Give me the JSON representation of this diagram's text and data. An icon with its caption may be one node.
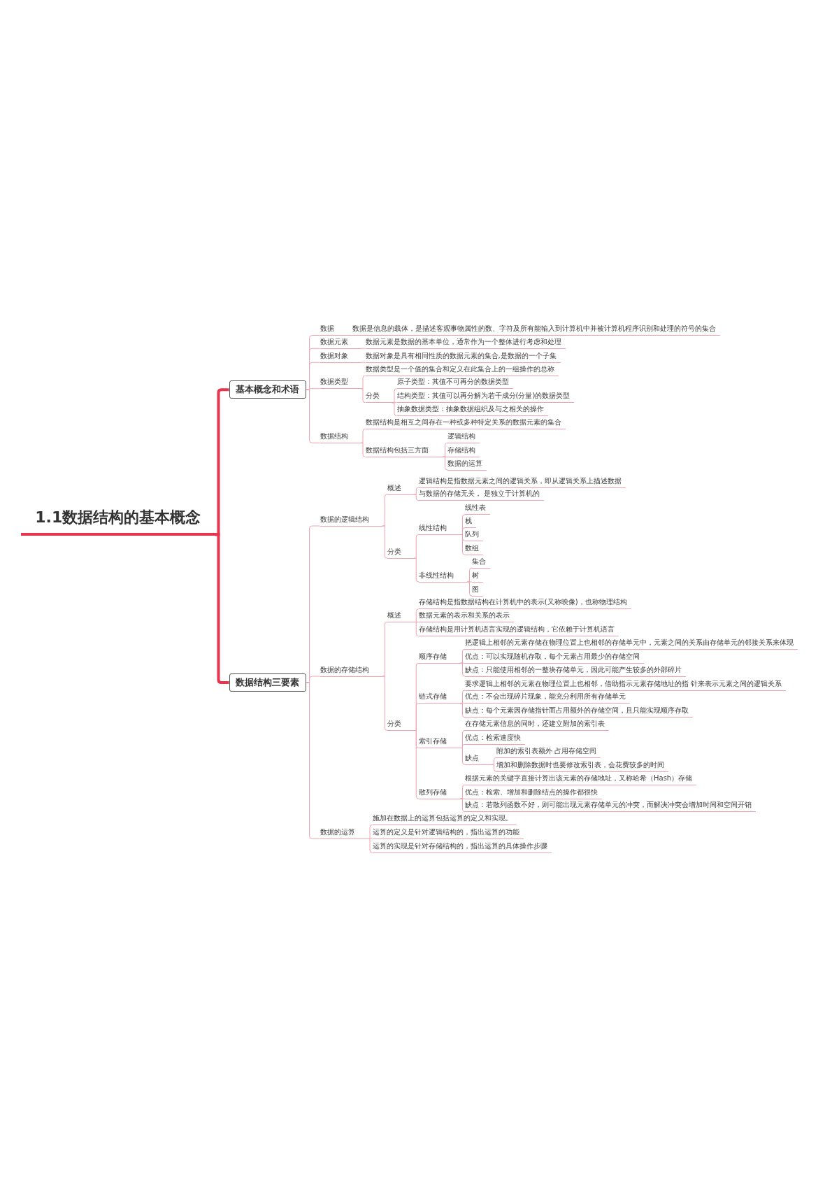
{
  "diagram": {
    "nodes": [
      {
        "text": [
          "1.1数据结构的基本概念"
        ]
      },
      {
        "text": [
          "基本概念和术语"
        ]
      },
      {
        "text": [
          "数据结构三要素"
        ]
      },
      {
        "text": [
          "数据"
        ]
      },
      {
        "text": [
          "数据是信息的载体，是描述客观事物属性的数、字符及所有能输入到计算机中并被计算机程序识别和处理的符号的集合"
        ]
      },
      {
        "text": [
          "数据元素"
        ]
      },
      {
        "text": [
          "数据元素是数据的基本单位，通常作为一个整体进行考虑和处理"
        ]
      },
      {
        "text": [
          "数据对象"
        ]
      },
      {
        "text": [
          "数据对象是具有相同性质的数据元素的集合,是数据的一个子集"
        ]
      },
      {
        "text": [
          "数据类型"
        ]
      },
      {
        "text": [
          "数据类型是一个值的集合和定义在此集合上的一组操作的总称"
        ]
      },
      {
        "text": [
          "分类"
        ]
      },
      {
        "text": [
          "原子类型：其值不可再分的数据类型"
        ]
      },
      {
        "text": [
          "结构类型：其值可以再分解为若干成分(分量)的数据类型"
        ]
      },
      {
        "text": [
          "抽象数据类型：抽象数据组织及与之相关的操作"
        ]
      },
      {
        "text": [
          "数据结构"
        ]
      },
      {
        "text": [
          "数据结构是相互之间存在一种或多种特定关系的数据元素的集合"
        ]
      },
      {
        "text": [
          "数据结构包括三方面"
        ]
      },
      {
        "text": [
          "逻辑结构"
        ]
      },
      {
        "text": [
          "存储结构"
        ]
      },
      {
        "text": [
          "数据的运算"
        ]
      },
      {
        "text": [
          "数据的逻辑结构"
        ]
      },
      {
        "text": [
          "概述"
        ]
      },
      {
        "text": [
          "逻辑结构是指数据元素之间的逻辑关系，即从逻辑关系上描述数据"
        ]
      },
      {
        "text": [
          "与数据的存储无关， 是独立于计算机的"
        ]
      },
      {
        "text": [
          "分类"
        ]
      },
      {
        "text": [
          "线性结构"
        ]
      },
      {
        "text": [
          "线性表"
        ]
      },
      {
        "text": [
          "栈"
        ]
      },
      {
        "text": [
          "队列"
        ]
      },
      {
        "text": [
          "数组"
        ]
      },
      {
        "text": [
          "非线性结构"
        ]
      },
      {
        "text": [
          "集合"
        ]
      },
      {
        "text": [
          "树"
        ]
      },
      {
        "text": [
          "图"
        ]
      },
      {
        "text": [
          "数据的存储结构"
        ]
      },
      {
        "text": [
          "概述"
        ]
      },
      {
        "text": [
          "存储结构是指数据结构在计算机中的表示(又称映像)，也称物理结构"
        ]
      },
      {
        "text": [
          "数据元素的表示和关系的表示"
        ]
      },
      {
        "text": [
          "存储结构是用计算机语言实现的逻辑结构，它依赖于计算机语言"
        ]
      },
      {
        "text": [
          "分类"
        ]
      },
      {
        "text": [
          "顺序存储"
        ]
      },
      {
        "text": [
          "把逻辑上相邻的元素存储在物理位置上也相邻的存储单元中，元素之间的关系由存储单元的邻接关系来体现"
        ]
      },
      {
        "text": [
          "优点：可以实现随机存取，每个元素占用最少的存储空间"
        ]
      },
      {
        "text": [
          "缺点：只能使用相邻的一整块存储单元，因此可能产生较多的外部碎片"
        ]
      },
      {
        "text": [
          "链式存储"
        ]
      },
      {
        "text": [
          "要求逻辑上相邻的元素在物理位置上也相邻，借助指示元素存储地址的指 针来表示元素之间的逻辑关系"
        ]
      },
      {
        "text": [
          "优点：不会出现碎片现象，能充分利用所有存储单元"
        ]
      },
      {
        "text": [
          "缺点：每个元素因存储指针而占用额外的存储空间，且只能实现顺序存取"
        ]
      },
      {
        "text": [
          "索引存储"
        ]
      },
      {
        "text": [
          "在存储元素信息的同时，还建立附加的索引表"
        ]
      },
      {
        "text": [
          "优点：检索速度快"
        ]
      },
      {
        "text": [
          "缺点"
        ]
      },
      {
        "text": [
          "附加的索引表额外 占用存储空间"
        ]
      },
      {
        "text": [
          "增加和删除数据时也要修改索引表，会花费较多的时间"
        ]
      },
      {
        "text": [
          "散列存储"
        ]
      },
      {
        "text": [
          "根据元素的关键字直接计算出该元素的存储地址，又称哈希（Hash）存储"
        ]
      },
      {
        "text": [
          "优点：检索、增加和删除结点的操作都很快"
        ]
      },
      {
        "text": [
          "缺点：若散列函数不好，则可能出现元素存储单元的冲突，而解决冲突会增加时间和空间开销"
        ]
      },
      {
        "text": [
          "数据的运算"
        ]
      },
      {
        "text": [
          "施加在数据上的运算包括运算的定义和实现。"
        ]
      },
      {
        "text": [
          "运算的定义是针对逻辑结构的，指出运算的功能"
        ]
      },
      {
        "text": [
          "运算的实现是针对存储结构的，指出运算的具体操作步骤"
        ]
      }
    ],
    "edges": [
      {
        "from": 0,
        "to": 1,
        "arrow": "none",
        "style": "thick",
        "color": "#e8344e"
      },
      {
        "from": 0,
        "to": 2,
        "arrow": "none",
        "style": "thick",
        "color": "#e8344e"
      },
      {
        "from": 1,
        "to": 3,
        "arrow": "none"
      },
      {
        "from": 3,
        "to": 4,
        "arrow": "none"
      },
      {
        "from": 1,
        "to": 5,
        "arrow": "none"
      },
      {
        "from": 5,
        "to": 6,
        "arrow": "none"
      },
      {
        "from": 1,
        "to": 7,
        "arrow": "none"
      },
      {
        "from": 7,
        "to": 8,
        "arrow": "none"
      },
      {
        "from": 1,
        "to": 9,
        "arrow": "none"
      },
      {
        "from": 9,
        "to": 10,
        "arrow": "none"
      },
      {
        "from": 9,
        "to": 11,
        "arrow": "none"
      },
      {
        "from": 11,
        "to": 12,
        "arrow": "none"
      },
      {
        "from": 11,
        "to": 13,
        "arrow": "none"
      },
      {
        "from": 11,
        "to": 14,
        "arrow": "none"
      },
      {
        "from": 1,
        "to": 15,
        "arrow": "none"
      },
      {
        "from": 15,
        "to": 16,
        "arrow": "none"
      },
      {
        "from": 15,
        "to": 17,
        "arrow": "none"
      },
      {
        "from": 17,
        "to": 18,
        "arrow": "none"
      },
      {
        "from": 17,
        "to": 19,
        "arrow": "none"
      },
      {
        "from": 17,
        "to": 20,
        "arrow": "none"
      },
      {
        "from": 2,
        "to": 21,
        "arrow": "none"
      },
      {
        "from": 21,
        "to": 22,
        "arrow": "none"
      },
      {
        "from": 22,
        "to": 23,
        "arrow": "none"
      },
      {
        "from": 22,
        "to": 24,
        "arrow": "none"
      },
      {
        "from": 21,
        "to": 25,
        "arrow": "none"
      },
      {
        "from": 25,
        "to": 26,
        "arrow": "none"
      },
      {
        "from": 26,
        "to": 27,
        "arrow": "none"
      },
      {
        "from": 26,
        "to": 28,
        "arrow": "none"
      },
      {
        "from": 26,
        "to": 29,
        "arrow": "none"
      },
      {
        "from": 26,
        "to": 30,
        "arrow": "none"
      },
      {
        "from": 25,
        "to": 31,
        "arrow": "none"
      },
      {
        "from": 31,
        "to": 32,
        "arrow": "none"
      },
      {
        "from": 31,
        "to": 33,
        "arrow": "none"
      },
      {
        "from": 31,
        "to": 34,
        "arrow": "none"
      },
      {
        "from": 2,
        "to": 35,
        "arrow": "none"
      },
      {
        "from": 35,
        "to": 36,
        "arrow": "none"
      },
      {
        "from": 36,
        "to": 37,
        "arrow": "none"
      },
      {
        "from": 36,
        "to": 38,
        "arrow": "none"
      },
      {
        "from": 36,
        "to": 39,
        "arrow": "none"
      },
      {
        "from": 35,
        "to": 40,
        "arrow": "none"
      },
      {
        "from": 40,
        "to": 41,
        "arrow": "none"
      },
      {
        "from": 41,
        "to": 42,
        "arrow": "none"
      },
      {
        "from": 41,
        "to": 43,
        "arrow": "none"
      },
      {
        "from": 41,
        "to": 44,
        "arrow": "none"
      },
      {
        "from": 40,
        "to": 45,
        "arrow": "none"
      },
      {
        "from": 45,
        "to": 46,
        "arrow": "none"
      },
      {
        "from": 45,
        "to": 47,
        "arrow": "none"
      },
      {
        "from": 45,
        "to": 48,
        "arrow": "none"
      },
      {
        "from": 40,
        "to": 49,
        "arrow": "none"
      },
      {
        "from": 49,
        "to": 50,
        "arrow": "none"
      },
      {
        "from": 49,
        "to": 51,
        "arrow": "none"
      },
      {
        "from": 49,
        "to": 52,
        "arrow": "none"
      },
      {
        "from": 52,
        "to": 53,
        "arrow": "none"
      },
      {
        "from": 52,
        "to": 54,
        "arrow": "none"
      },
      {
        "from": 40,
        "to": 55,
        "arrow": "none"
      },
      {
        "from": 55,
        "to": 56,
        "arrow": "none"
      },
      {
        "from": 55,
        "to": 57,
        "arrow": "none"
      },
      {
        "from": 55,
        "to": 58,
        "arrow": "none"
      },
      {
        "from": 2,
        "to": 59,
        "arrow": "none"
      },
      {
        "from": 59,
        "to": 60,
        "arrow": "none"
      },
      {
        "from": 59,
        "to": 61,
        "arrow": "none"
      },
      {
        "from": 59,
        "to": 62,
        "arrow": "none"
      }
    ]
  }
}
